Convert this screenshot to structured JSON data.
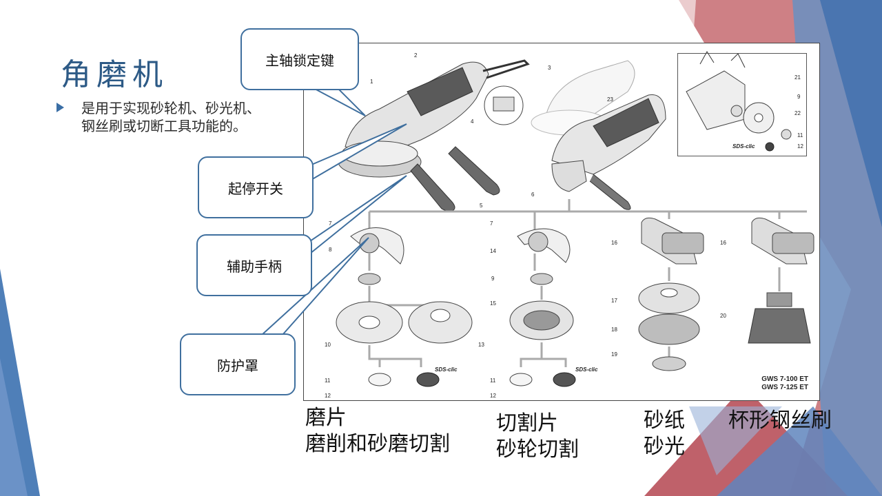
{
  "slide": {
    "title": "角磨机",
    "bullet": "是用于实现砂轮机、砂光机、钢丝刷或切断工具功能的。"
  },
  "callouts": [
    {
      "id": "spindle-lock",
      "label": "主轴锁定键"
    },
    {
      "id": "on-off-switch",
      "label": "起停开关"
    },
    {
      "id": "aux-handle",
      "label": "辅助手柄"
    },
    {
      "id": "guard",
      "label": "防护罩"
    }
  ],
  "captions": {
    "grinding": {
      "line1": "磨片",
      "line2": "磨削和砂磨切割"
    },
    "cutting": {
      "line1": "切割片",
      "line2": "砂轮切割"
    },
    "sanding": {
      "line1": "砂纸",
      "line2": "砂光"
    },
    "wire": {
      "line1": "杯形钢丝刷"
    }
  },
  "figure": {
    "model_line1": "GWS 7-100 ET",
    "model_line2": "GWS 7-125 ET",
    "sds_label": "SDS-clic",
    "part_numbers": [
      "1",
      "2",
      "3",
      "4",
      "5",
      "6",
      "7",
      "8",
      "9",
      "10",
      "11",
      "12",
      "13",
      "14",
      "15",
      "16",
      "17",
      "18",
      "19",
      "20",
      "21",
      "22",
      "23"
    ]
  },
  "colors": {
    "title": "#2d5a86",
    "callout_border": "#3f6f9e",
    "deco_blue": "#4f7fb8",
    "deco_red": "#c0555a"
  }
}
